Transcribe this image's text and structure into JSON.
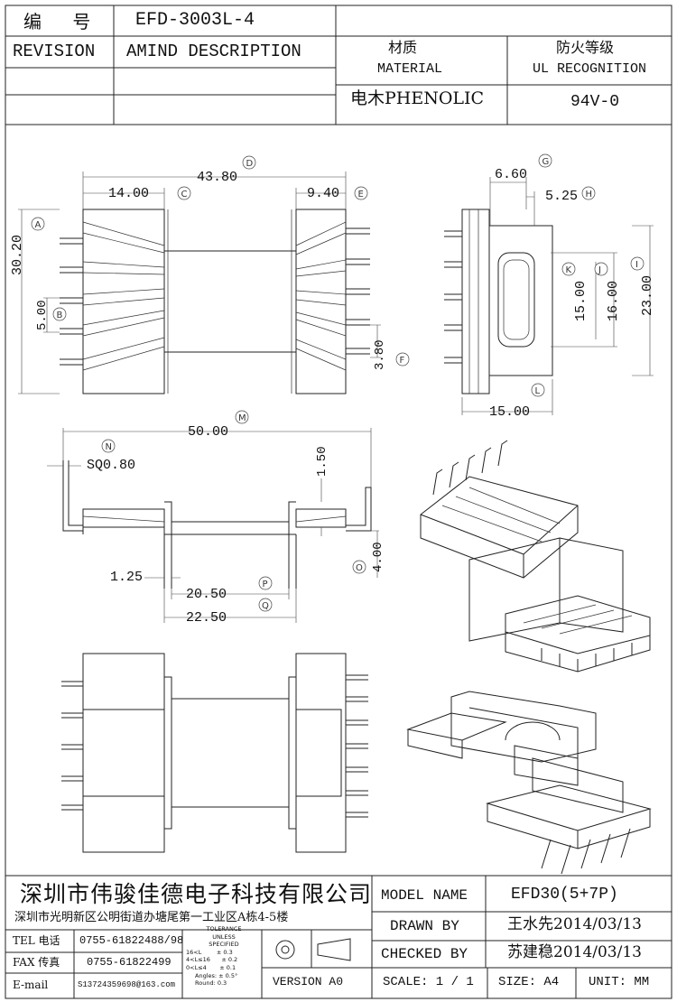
{
  "header": {
    "code_label": "编 号",
    "part_no": "EFD-3003L-4",
    "revision_label": "REVISION",
    "description_label": "AMIND DESCRIPTION",
    "material_cn": "材质",
    "material_en": "MATERIAL",
    "material_value": "电木PHENOLIC",
    "ul_cn": "防火等级",
    "ul_en": "UL RECOGNITION",
    "ul_value": "94V-0"
  },
  "dimensions": {
    "D": "43.80",
    "C": "14.00",
    "E": "9.40",
    "A": "30.20",
    "B": "5.00",
    "F": "3.80",
    "G": "6.60",
    "H": "5.25",
    "K": "15.00",
    "J": "16.00",
    "I": "23.00",
    "L": "15.00",
    "M": "50.00",
    "N": "SQ0.80",
    "extra_150": "1.50",
    "O": "4.00",
    "extra_125": "1.25",
    "P": "20.50",
    "Q": "22.50"
  },
  "callouts": [
    "A",
    "B",
    "C",
    "D",
    "E",
    "F",
    "G",
    "H",
    "I",
    "J",
    "K",
    "L",
    "M",
    "N",
    "O",
    "P",
    "Q"
  ],
  "title_block": {
    "company": "深圳市伟骏佳德电子科技有限公司",
    "address": "深圳市光明新区公明街道办塘尾第一工业区A栋4-5楼",
    "tel_label": "TEL 电话",
    "tel": "0755-61822488/98",
    "fax_label": "FAX 传真",
    "fax": "0755-61822499",
    "email_label": "E-mail",
    "email": "S13724359698@163.com",
    "tolerance": [
      "TOLERANCE",
      "UNLESS",
      "SPECIFIED",
      "16<L        ± 0.3",
      "4<L≤16      ± 0.2",
      "0<L≤4       ± 0.1",
      "Angles: ± 0.5°",
      "Round: 0.3"
    ],
    "version": "VERSION A0",
    "model_label": "MODEL NAME",
    "model": "EFD30(5+7P)",
    "drawn_label": "DRAWN BY",
    "drawn": "王水先2014/03/13",
    "checked_label": "CHECKED BY",
    "checked": "苏建稳2014/03/13",
    "scale": "SCALE: 1 / 1",
    "size": "SIZE: A4",
    "unit": "UNIT: MM"
  }
}
